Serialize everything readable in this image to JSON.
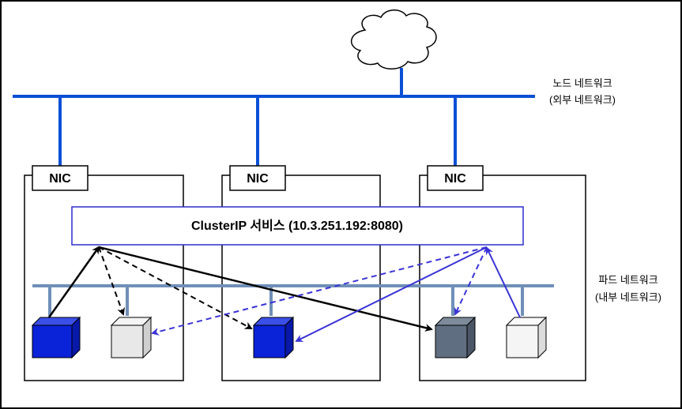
{
  "node_network": {
    "line1": "노드 네트워크",
    "line2": "(외부 네트워크)"
  },
  "pod_network": {
    "line1": "파드 네트워크",
    "line2": "(내부 네트워크)"
  },
  "nodes": [
    {
      "nic_label": "NIC"
    },
    {
      "nic_label": "NIC"
    },
    {
      "nic_label": "NIC"
    }
  ],
  "service": {
    "label": "ClusterIP 서비스 (10.3.251.192:8080)"
  },
  "icons": [
    "cloud-icon",
    "pod-cube-icon"
  ],
  "colors": {
    "node_network_line": "#0a50d6",
    "pod_network_line": "#6f8fb8",
    "service_border": "#2d2dcc",
    "request_arrow_black": "#000000",
    "request_arrow_blue": "#3a33d6",
    "pod_blue": "#0a22d8",
    "pod_dark_gray": "#5f6e80",
    "pod_light_gray": "#e8e8e8",
    "pod_white": "#f5f5f5"
  }
}
